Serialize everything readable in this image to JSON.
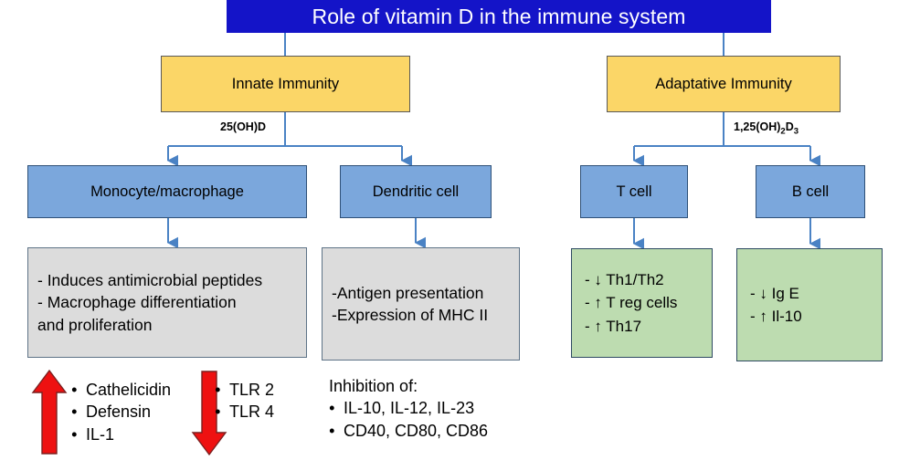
{
  "title": "Role of vitamin D in the immune system",
  "branches": {
    "innate": {
      "label": "Innate Immunity",
      "metabolite": "25(OH)D",
      "metabolite_plain": "25(OH)D"
    },
    "adaptive": {
      "label": "Adaptative Immunity",
      "metabolite_prefix": "1,25(OH)",
      "metabolite_sub1": "2",
      "metabolite_mid": "D",
      "metabolite_sub2": "3",
      "metabolite_plain": "1,25(OH)2D3"
    }
  },
  "cells": {
    "monocyte": "Monocyte/macrophage",
    "dendritic": "Dendritic cell",
    "tcell": "T cell",
    "bcell": "B cell"
  },
  "details": {
    "monocyte": [
      "- Induces antimicrobial peptides",
      "- Macrophage differentiation",
      "and proliferation"
    ],
    "dendritic": [
      "-Antigen presentation",
      "-Expression of MHC II"
    ],
    "tcell": [
      "-   ↓ Th1/Th2",
      "-   ↑ T reg cells",
      "-   ↑ Th17"
    ],
    "bcell": [
      "-   ↓ Ig E",
      "-   ↑ Il-10"
    ]
  },
  "bottom": {
    "upregulated": {
      "arrow": "up-arrow-red",
      "items": [
        "Cathelicidin",
        "Defensin",
        "IL-1"
      ]
    },
    "downregulated": {
      "arrow": "down-arrow-red",
      "items": [
        "TLR 2",
        "TLR 4"
      ]
    },
    "inhibition": {
      "heading": "Inhibition of:",
      "items": [
        "IL-10, IL-12, IL-23",
        "CD40, CD80, CD86"
      ]
    }
  },
  "colors": {
    "title_bg": "#1414C8",
    "title_text": "#FFFFFF",
    "yellow_box": "#FBD667",
    "blue_box": "#7BA7DC",
    "grey_box": "#DCDCDC",
    "green_box": "#BDDCB0",
    "connector": "#4A82C4",
    "red_arrow": "#EE1111"
  }
}
